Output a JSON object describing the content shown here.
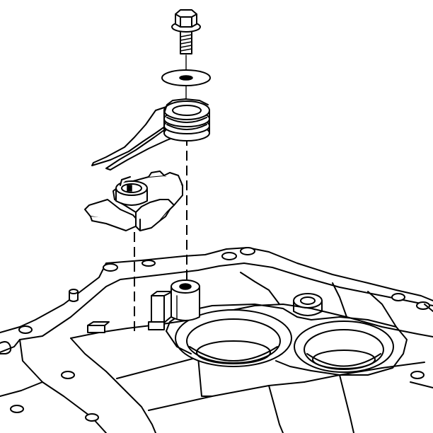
{
  "diagram": {
    "parts": [
      {
        "id": "bolt",
        "icon": "bolt-icon"
      },
      {
        "id": "washer",
        "icon": "washer-icon"
      },
      {
        "id": "spring",
        "icon": "torsion-spring-icon"
      },
      {
        "id": "detent-lever",
        "icon": "lever-icon"
      },
      {
        "id": "housing",
        "icon": "housing-icon"
      }
    ],
    "colors": {
      "stroke": "#000000",
      "fill": "#ffffff"
    }
  }
}
